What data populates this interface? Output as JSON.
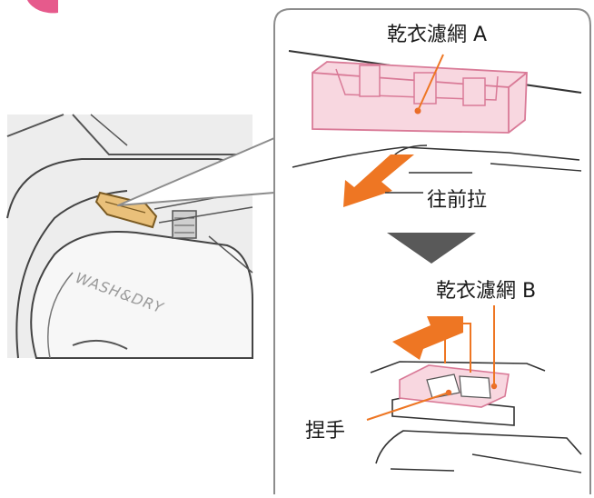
{
  "labels": {
    "filter_a": "乾衣濾網 A",
    "pull_forward": "往前拉",
    "filter_b": "乾衣濾網 B",
    "handle": "捏手",
    "lid_text": "WASH&DRY"
  },
  "colors": {
    "pink_fill": "#f8d7e0",
    "pink_stroke": "#d97a97",
    "orange_arrow": "#ee7623",
    "lint_filter_tan": "#e9c07a",
    "step_arrow_gray": "#595959",
    "photo_bg": "#ededed",
    "callout_stroke": "#8c8c8c"
  },
  "icons": {
    "step_arrow": "down-triangle-icon",
    "pull_arrow": "orange-arrow-icon"
  }
}
